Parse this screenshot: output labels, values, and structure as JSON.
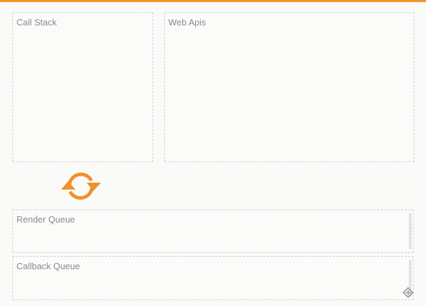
{
  "panels": {
    "call_stack": {
      "label": "Call Stack"
    },
    "web_apis": {
      "label": "Web Apis"
    },
    "render_queue": {
      "label": "Render Queue"
    },
    "callback_queue": {
      "label": "Callback Queue"
    }
  },
  "icons": {
    "event_loop": "refresh-cycle-icon",
    "corner": "edit-tag-icon"
  },
  "colors": {
    "accent": "#f0902a",
    "label": "#8a8a8a",
    "border": "#cfcfcf"
  }
}
